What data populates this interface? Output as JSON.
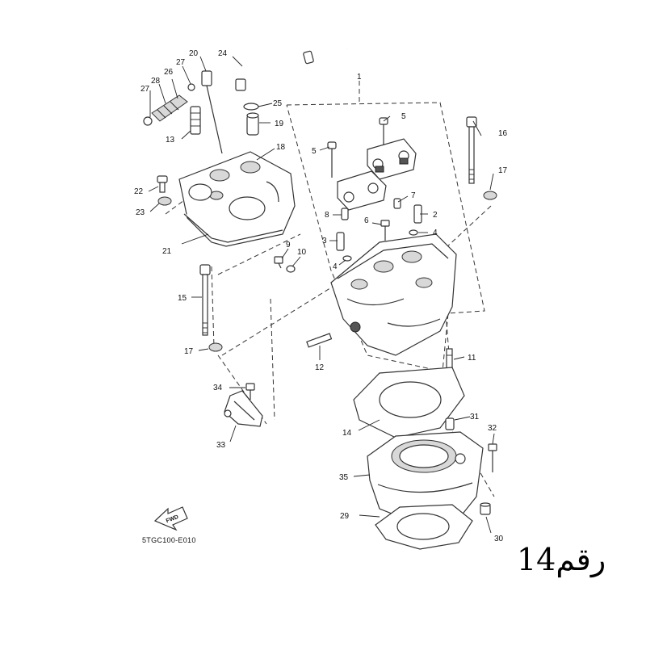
{
  "diagram": {
    "callouts": [
      "1",
      "2",
      "3",
      "4",
      "4",
      "5",
      "5",
      "6",
      "7",
      "8",
      "9",
      "10",
      "11",
      "12",
      "13",
      "14",
      "15",
      "16",
      "17",
      "17",
      "18",
      "19",
      "20",
      "21",
      "22",
      "23",
      "24",
      "25",
      "26",
      "27",
      "27",
      "28",
      "29",
      "30",
      "31",
      "32",
      "33",
      "34",
      "35"
    ],
    "drawing_code": "5TGC100-E010",
    "direction_label": "FWD"
  },
  "caption": "رقم14"
}
